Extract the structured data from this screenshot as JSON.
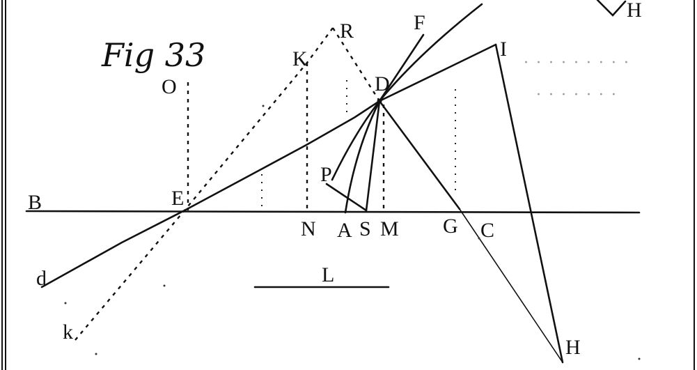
{
  "figure": {
    "title": "Fig 33",
    "labels": {
      "B": "B",
      "E": "E",
      "d": "d",
      "k": "k",
      "O": "O",
      "K": "K",
      "R": "R",
      "F": "F",
      "D": "D",
      "I": "I",
      "P": "P",
      "N": "N",
      "A": "A",
      "S": "S",
      "M": "M",
      "G": "G",
      "C": "C",
      "L": "L",
      "H_bottom": "H",
      "H_top": "H"
    }
  }
}
